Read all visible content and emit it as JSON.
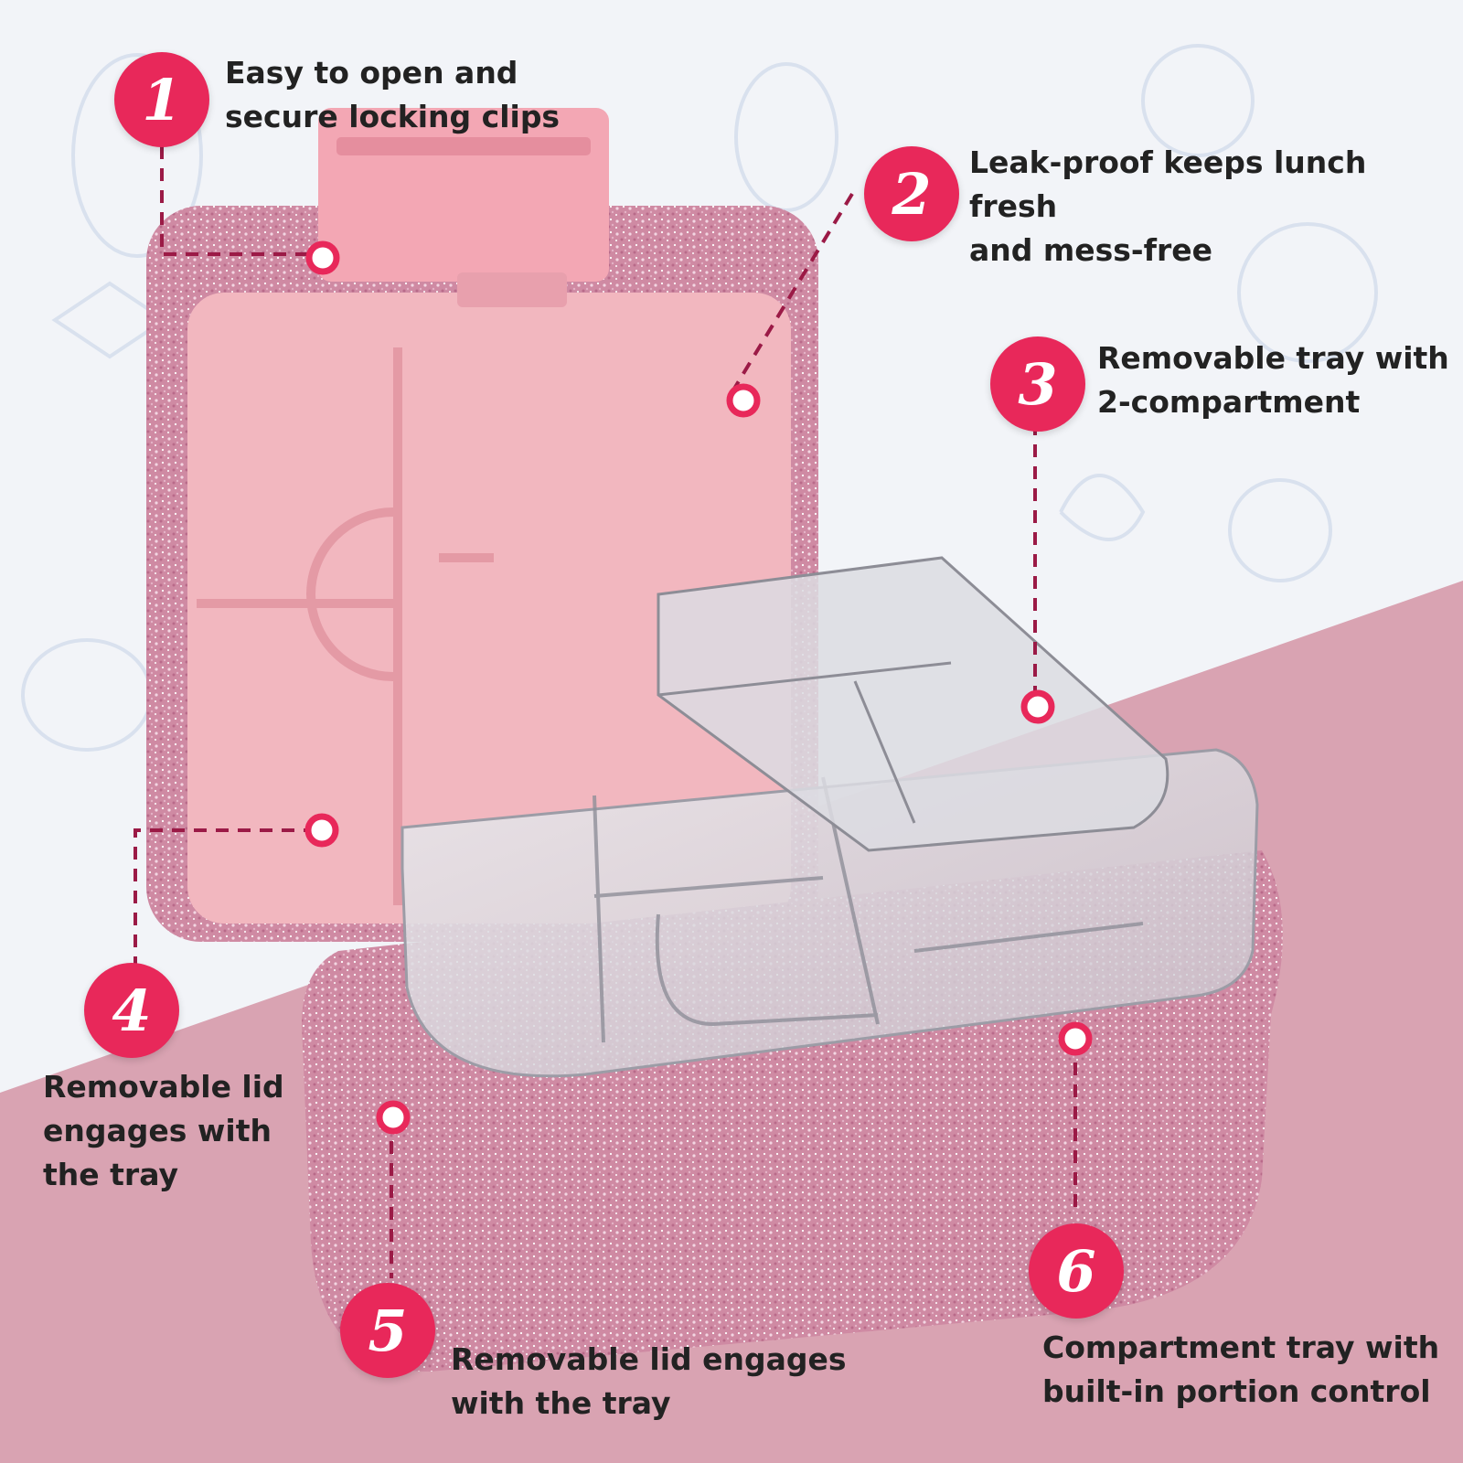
{
  "accent_color": "#e8285a",
  "connector_color": "#9b1a46",
  "callouts": [
    {
      "number": "1",
      "text": "Easy to open and\nsecure locking clips"
    },
    {
      "number": "2",
      "text": "Leak-proof keeps lunch fresh\nand mess-free"
    },
    {
      "number": "3",
      "text": "Removable tray with\n2-compartment"
    },
    {
      "number": "4",
      "text": "Removable lid\nengages with\nthe tray"
    },
    {
      "number": "5",
      "text": "Removable lid engages\nwith the tray"
    },
    {
      "number": "6",
      "text": "Compartment tray with\nbuilt-in portion control"
    }
  ]
}
